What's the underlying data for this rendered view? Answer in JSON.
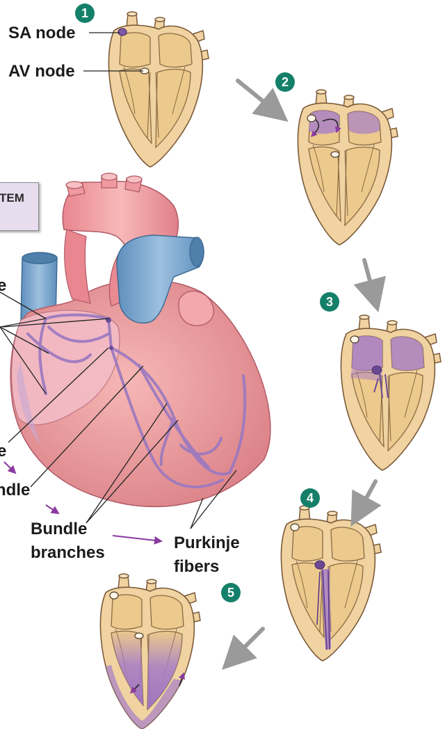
{
  "labels": {
    "sa_node": "SA node",
    "av_node": "AV node",
    "system_box": "TEM",
    "left_e1": "e",
    "left_e2": "e",
    "ndle": "ndle",
    "bundle_branches_line1": "Bundle",
    "bundle_branches_line2": "branches",
    "purkinje_line1": "Purkinje",
    "purkinje_line2": "fibers"
  },
  "steps": [
    "1",
    "2",
    "3",
    "4",
    "5"
  ],
  "colors": {
    "step_badge": "#15806a",
    "heart_outer": "#f0d3a0",
    "heart_chamber": "#ecc98c",
    "depolarized": "#a77ec8",
    "main_heart": "#e98f95",
    "aorta": "#ef9aa0",
    "vena_cava": "#6e9cc4",
    "conduction_path": "#9a78c0",
    "process_arrow": "#9a9a9a",
    "pointer_arrow": "#8a3aa0"
  },
  "icons": [
    "process-arrow-icon",
    "pointer-arrow-icon"
  ]
}
